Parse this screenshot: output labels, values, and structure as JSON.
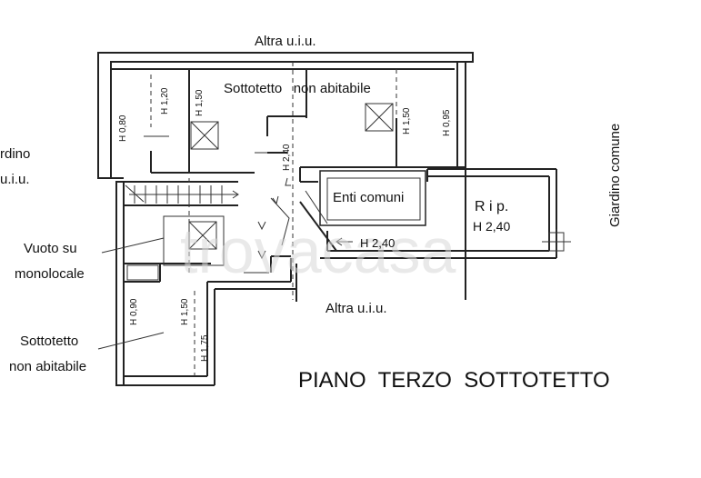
{
  "labels": {
    "altra_top": "Altra u.i.u.",
    "altra_bottom": "Altra u.i.u.",
    "sottotetto_top": "Sottotetto   non abitabile",
    "giardino_left_1": "rdino",
    "giardino_left_2": "u.i.u.",
    "giardino_comune": "Giardino comune",
    "enti_comuni": "Enti comuni",
    "rip": "R i p.",
    "rip_h": "H 2,40",
    "h240_corridor": "H 2,40",
    "vuoto_1": "Vuoto su",
    "vuoto_2": "monolocale",
    "sottotetto_left_1": "Sottotetto",
    "sottotetto_left_2": "non abitabile",
    "plan_title": "PIANO  TERZO  SOTTOTETTO",
    "watermark": "trovacasa"
  },
  "heights": {
    "h080": "H 0,80",
    "h120": "H 1,20",
    "h150_a": "H 1,50",
    "h150_b": "H 1,50",
    "h095": "H 0,95",
    "h240_v": "H 2,40",
    "h090": "H 0,90",
    "h150_c": "H 1,50",
    "h175": "H 1,75"
  }
}
